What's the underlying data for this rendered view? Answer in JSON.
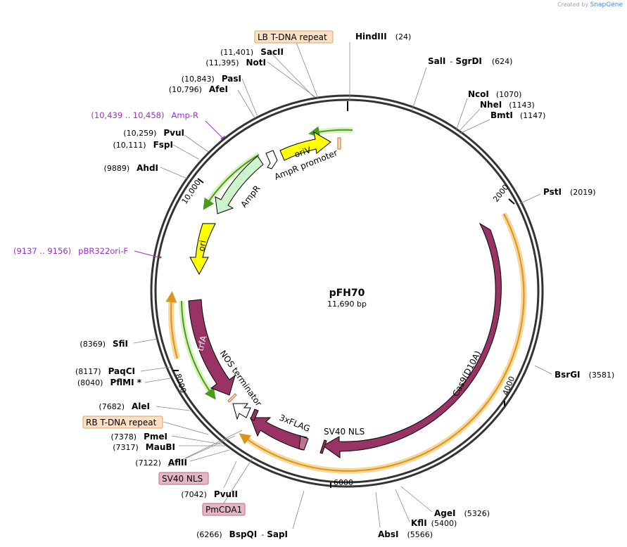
{
  "brand": {
    "prefix": "Created by",
    "name": "SnapGene"
  },
  "plasmid": {
    "name": "pFH70",
    "size": "11,690 bp"
  },
  "ticks": [
    "2000",
    "4000",
    "6000",
    "8000",
    "10,000"
  ],
  "sites": [
    {
      "name": "HindIII",
      "pos": "(24)"
    },
    {
      "name": "SalI",
      "pos": "(624)",
      "extra": "SgrDI"
    },
    {
      "name": "NcoI",
      "pos": "(1070)"
    },
    {
      "name": "NheI",
      "pos": "(1143)"
    },
    {
      "name": "BmtI",
      "pos": "(1147)"
    },
    {
      "name": "PstI",
      "pos": "(2019)"
    },
    {
      "name": "BsrGI",
      "pos": "(3581)"
    },
    {
      "name": "AgeI",
      "pos": "(5326)"
    },
    {
      "name": "KflI",
      "pos": "(5400)"
    },
    {
      "name": "AbsI",
      "pos": "(5566)"
    },
    {
      "name": "BspQI",
      "pos": "(6266)",
      "extra": "SapI"
    },
    {
      "name": "PvuII",
      "pos": "(7042)"
    },
    {
      "name": "AflII",
      "pos": "(7122)"
    },
    {
      "name": "MauBI",
      "pos": "(7317)"
    },
    {
      "name": "PmeI",
      "pos": "(7378)"
    },
    {
      "name": "AleI",
      "pos": "(7682)"
    },
    {
      "name": "PflMI *",
      "pos": "(8040)"
    },
    {
      "name": "PaqCI",
      "pos": "(8117)"
    },
    {
      "name": "SfiI",
      "pos": "(8369)"
    },
    {
      "name": "AhdI",
      "pos": "(9889)"
    },
    {
      "name": "FspI",
      "pos": "(10,111)"
    },
    {
      "name": "PvuI",
      "pos": "(10,259)"
    },
    {
      "name": "AfeI",
      "pos": "(10,796)"
    },
    {
      "name": "PasI",
      "pos": "(10,843)"
    },
    {
      "name": "NotI",
      "pos": "(11,395)"
    },
    {
      "name": "SacII",
      "pos": "(11,401)"
    }
  ],
  "primers": [
    {
      "label": "Amp-R",
      "range": "(10,439 .. 10,458)"
    },
    {
      "label": "pBR322ori-F",
      "range": "(9137 .. 9156)"
    }
  ],
  "boxed_features": [
    {
      "label": "LB T-DNA repeat",
      "color": "#fbe0c4"
    },
    {
      "label": "RB T-DNA repeat",
      "color": "#fbe0c4"
    },
    {
      "label": "SV40 NLS",
      "color": "#e6b6c7"
    },
    {
      "label": "PmCDA1",
      "color": "#e6b6c7"
    }
  ],
  "features": [
    {
      "label": "oriV",
      "color": "#ffff00"
    },
    {
      "label": "AmpR promoter",
      "color": "#ffffff"
    },
    {
      "label": "AmpR",
      "color": "#ccf5cc"
    },
    {
      "label": "ori",
      "color": "#ffff00"
    },
    {
      "label": "trfA",
      "color": "#993366"
    },
    {
      "label": "NOS terminator",
      "color": "#ffffff"
    },
    {
      "label": "3xFLAG",
      "color": "#993366"
    },
    {
      "label": "SV40 NLS",
      "color": "#993366"
    },
    {
      "label": "Cas9(D10A)",
      "color": "#993366"
    }
  ],
  "colors": {
    "backbone": "#333333",
    "primer": "#9b30c8",
    "feature_arc": "#4c9a1c",
    "orf_arc": "#d9961c"
  }
}
